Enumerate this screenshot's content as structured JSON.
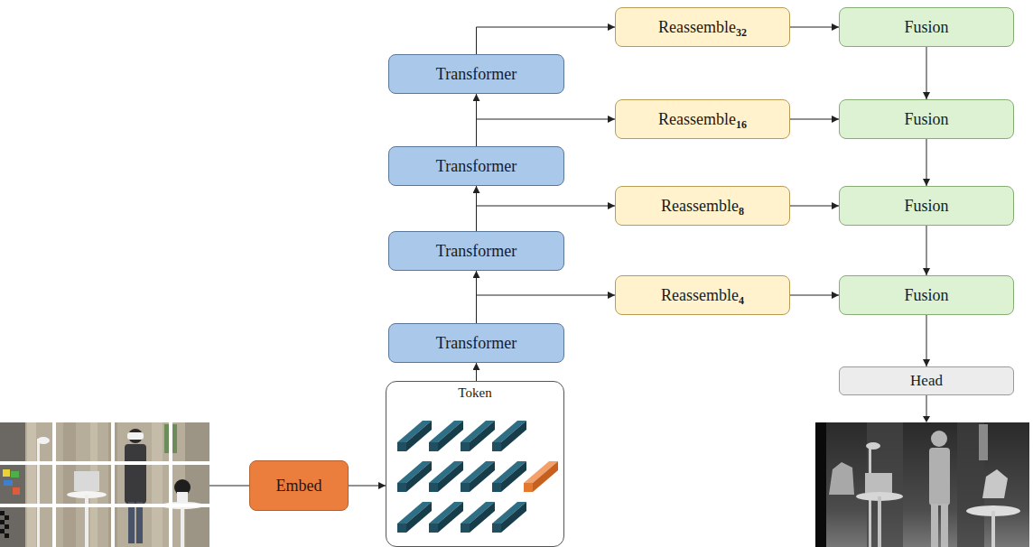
{
  "diagram": {
    "nodes": [
      {
        "text": [
          "Embed"
        ]
      },
      {
        "text": [
          "Token"
        ]
      },
      {
        "text": [
          "Transformer"
        ]
      },
      {
        "text": [
          "Transformer"
        ]
      },
      {
        "text": [
          "Transformer"
        ]
      },
      {
        "text": [
          "Transformer"
        ]
      },
      {
        "text": [
          "Reassemble",
          "4"
        ]
      },
      {
        "text": [
          "Reassemble",
          "8"
        ]
      },
      {
        "text": [
          "Reassemble",
          "16"
        ]
      },
      {
        "text": [
          "Reassemble",
          "32"
        ]
      },
      {
        "text": [
          "Fusion"
        ]
      },
      {
        "text": [
          "Fusion"
        ]
      },
      {
        "text": [
          "Fusion"
        ]
      },
      {
        "text": [
          "Fusion"
        ]
      },
      {
        "text": [
          "Head"
        ]
      }
    ],
    "edges": [
      {
        "from": 0,
        "to": 1,
        "arrow": "to"
      },
      {
        "from": 1,
        "to": 2,
        "arrow": "to"
      },
      {
        "from": 2,
        "to": 3,
        "arrow": "to"
      },
      {
        "from": 3,
        "to": 4,
        "arrow": "to"
      },
      {
        "from": 4,
        "to": 5,
        "arrow": "to"
      },
      {
        "from": 2,
        "to": 6,
        "arrow": "to"
      },
      {
        "from": 3,
        "to": 7,
        "arrow": "to"
      },
      {
        "from": 4,
        "to": 8,
        "arrow": "to"
      },
      {
        "from": 5,
        "to": 9,
        "arrow": "to"
      },
      {
        "from": 6,
        "to": 10,
        "arrow": "to"
      },
      {
        "from": 7,
        "to": 11,
        "arrow": "to"
      },
      {
        "from": 8,
        "to": 12,
        "arrow": "to"
      },
      {
        "from": 9,
        "to": 13,
        "arrow": "to"
      },
      {
        "from": 13,
        "to": 12,
        "arrow": "to"
      },
      {
        "from": 12,
        "to": 11,
        "arrow": "to"
      },
      {
        "from": 11,
        "to": 10,
        "arrow": "to"
      },
      {
        "from": 10,
        "to": 14,
        "arrow": "to"
      }
    ]
  }
}
